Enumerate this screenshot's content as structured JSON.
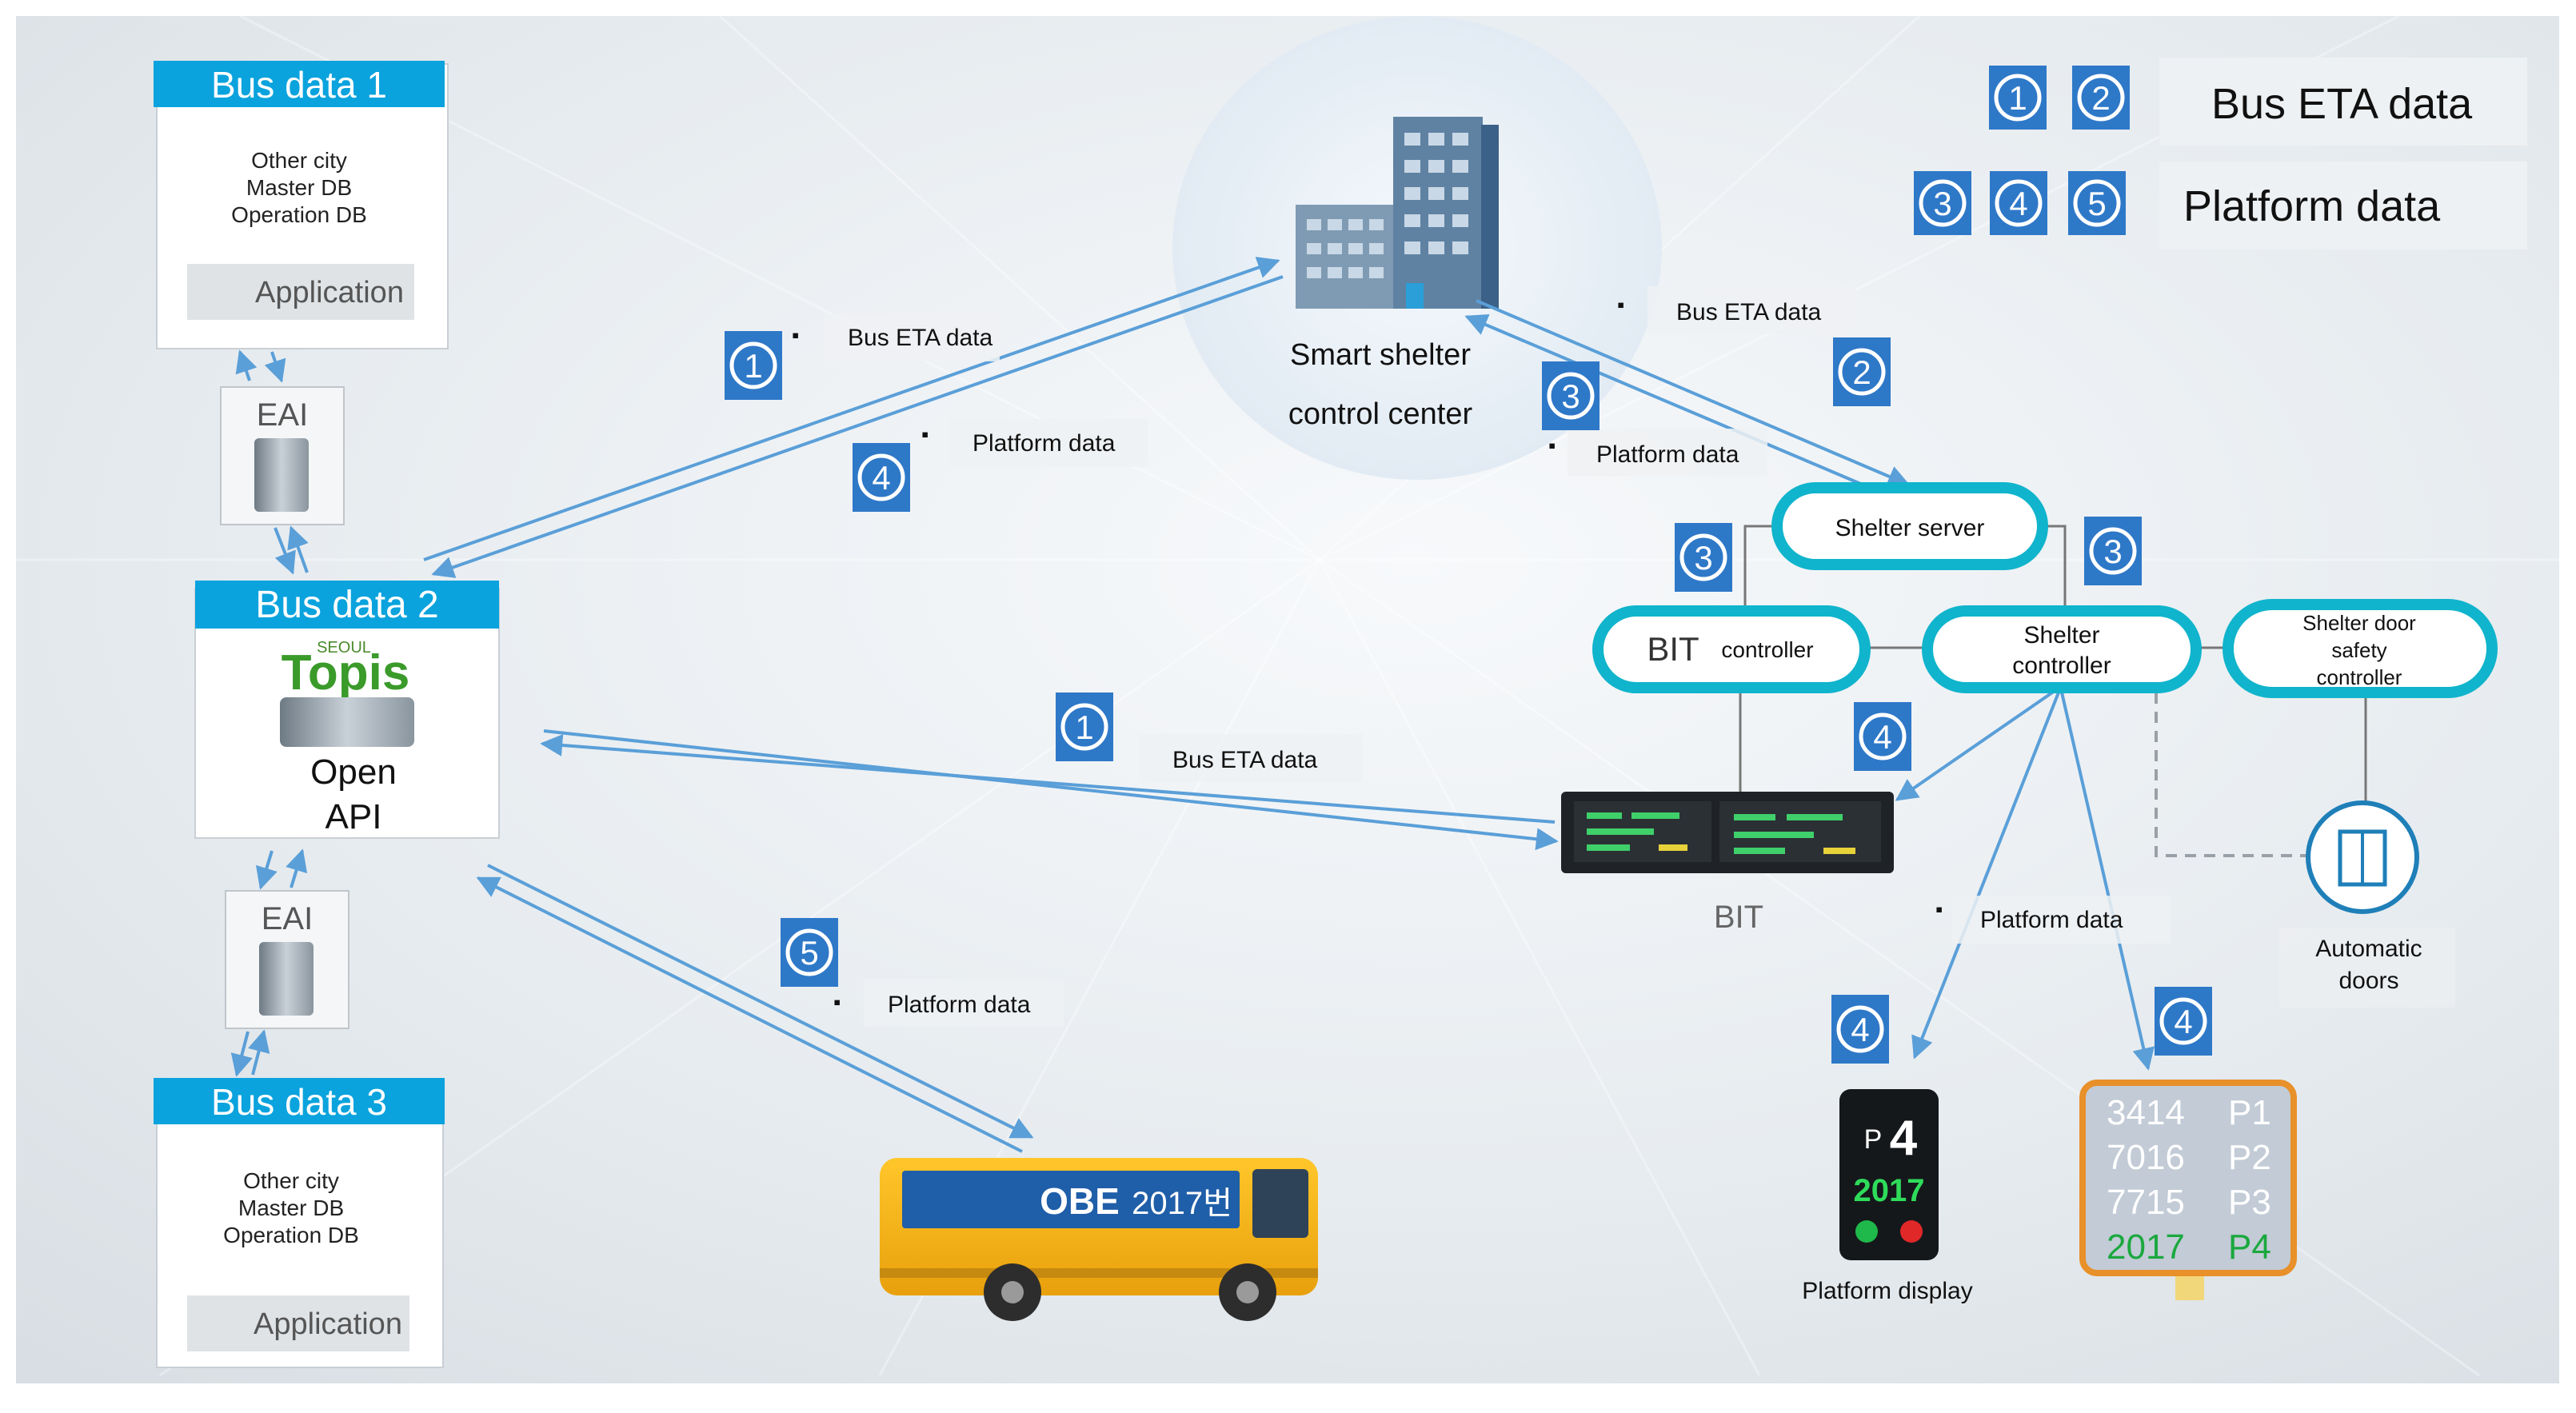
{
  "legend": {
    "eta_badges": [
      "1",
      "2"
    ],
    "eta_label": "Bus ETA data",
    "platform_badges": [
      "3",
      "4",
      "5"
    ],
    "platform_label": "Platform data"
  },
  "bus_data_1": {
    "header": "Bus data 1",
    "lines": [
      "Other city",
      "Master DB",
      "Operation DB"
    ],
    "button": "Application"
  },
  "bus_data_2": {
    "header": "Bus data 2",
    "logo_small": "SEOUL",
    "logo": "Topis",
    "api": [
      "Open",
      "API"
    ]
  },
  "bus_data_3": {
    "header": "Bus data 3",
    "lines": [
      "Other city",
      "Master DB",
      "Operation DB"
    ],
    "button": "Application"
  },
  "eai_top": "EAI",
  "eai_bottom": "EAI",
  "control_center": [
    "Smart shelter",
    "control center"
  ],
  "shelter_server": "Shelter server",
  "bit_controller": {
    "bit": "BIT",
    "text": "controller"
  },
  "shelter_controller": [
    "Shelter",
    "controller"
  ],
  "door_controller": [
    "Shelter door",
    "safety",
    "controller"
  ],
  "bit_label": "BIT",
  "auto_doors": [
    "Automatic",
    "doors"
  ],
  "platform_display_label": "Platform display",
  "platform_display": {
    "platform": "P",
    "num": "4",
    "bus": "2017"
  },
  "board": {
    "rows": [
      {
        "bus": "3414",
        "platform": "P1"
      },
      {
        "bus": "7016",
        "platform": "P2"
      },
      {
        "bus": "7715",
        "platform": "P3"
      },
      {
        "bus": "2017",
        "platform": "P4"
      }
    ]
  },
  "bus_vehicle": {
    "obe": "OBE",
    "route": "2017번"
  },
  "flow_labels": {
    "l1_bullet": "▪",
    "l1": "Bus ETA data",
    "l4_platform": "Platform data",
    "l2": "Bus ETA data",
    "l3_platform": "Platform data",
    "l1_api": "Bus ETA data",
    "l5_platform": "Platform data",
    "l4_devices": "Platform data"
  },
  "badges": {
    "b1_cc": "1",
    "b4_cc": "4",
    "b2_cc": "2",
    "b3_cc": "3",
    "b3_left": "3",
    "b3_right": "3",
    "b4_bit": "4",
    "b1_api": "1",
    "b5_obe": "5",
    "b4_display": "4",
    "b4_board": "4"
  },
  "colors": {
    "badge_blue": "#2e78c8",
    "header_blue": "#0aa3dd",
    "ring_teal": "#10b4cc",
    "arrow_blue": "#5a9fd8",
    "bus_yellow": "#f4b213",
    "board_orange": "#e8902a"
  }
}
